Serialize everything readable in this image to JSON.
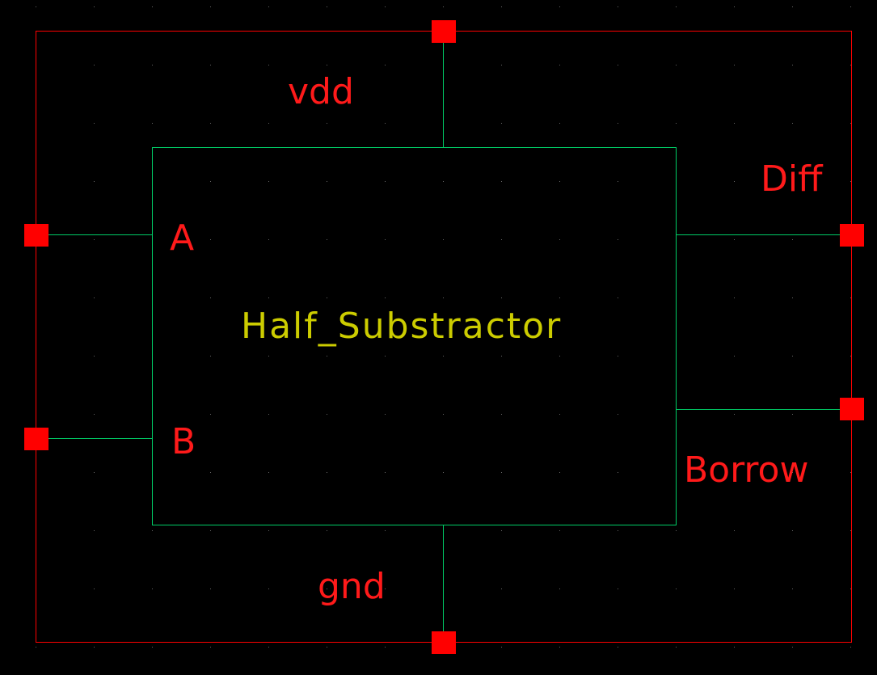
{
  "colors": {
    "background": "#000000",
    "symbol_border": "#ff0000",
    "pin_square": "#ff0000",
    "wire": "#00cc66",
    "pin_label": "#ff1a1a",
    "cell_name": "#cccc00",
    "grid_dot": "#666666"
  },
  "cell_name": "Half_Substractor",
  "pins": {
    "vdd": "vdd",
    "gnd": "gnd",
    "a": "A",
    "b": "B",
    "diff": "Diff",
    "borrow": "Borrow"
  }
}
